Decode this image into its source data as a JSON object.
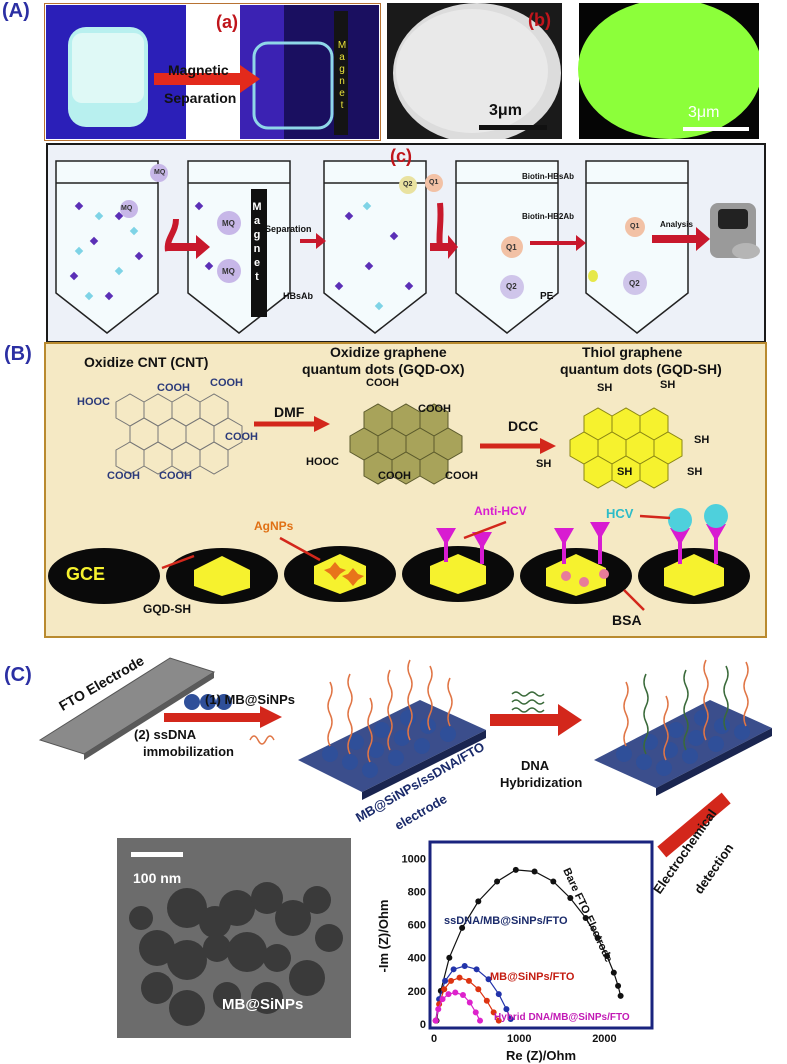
{
  "sections": {
    "A": "(A)",
    "B": "(B)",
    "C": "(C)"
  },
  "panel_a": {
    "label": "(a)",
    "arrow_text_1": "Magnetic",
    "arrow_text_2": "Separation",
    "magnet_letters": [
      "M",
      "a",
      "g",
      "n",
      "e",
      "t"
    ]
  },
  "panel_b": {
    "label": "(b)",
    "scale1": "3μm",
    "scale2": "3μm",
    "colors": {
      "sem_bg": "#1a1a1a",
      "fluor": "#8cff3a"
    }
  },
  "panel_c": {
    "label": "(c)",
    "mq": "MQ",
    "q1": "Q1",
    "q2": "Q2",
    "magnet_letters": [
      "M",
      "a",
      "g",
      "n",
      "e",
      "t"
    ],
    "separation": "Separation",
    "hbsab": "HBsAb",
    "biotin_hbsab": "Biotin-HBsAb",
    "biotin_hb2ab": "Biotin-HB2Ab",
    "pe": "PE",
    "analysis": "Analysis"
  },
  "section_b": {
    "cnt_title": "Oxidize CNT (CNT)",
    "gqd_ox_title_1": "Oxidize graphene",
    "gqd_ox_title_2": "quantum dots (GQD-OX)",
    "gqd_sh_title_1": "Thiol graphene",
    "gqd_sh_title_2": "quantum dots (GQD-SH)",
    "cooh": "COOH",
    "hooc": "HOOC",
    "sh": "SH",
    "dmf": "DMF",
    "dcc": "DCC",
    "gce": "GCE",
    "gqd_sh": "GQD-SH",
    "agnps": "AgNPs",
    "anti_hcv": "Anti-HCV",
    "hcv": "HCV",
    "bsa": "BSA"
  },
  "section_c": {
    "fto": "FTO Electrode",
    "step1": "(1) MB@SiNPs",
    "step2_1": "(2) ssDNA",
    "step2_2": "immobilization",
    "electrode_1": "MB@SiNPs/ssDNA/FTO",
    "electrode_2": "electrode",
    "dna_1": "DNA",
    "dna_2": "Hybridization",
    "electrochem_1": "Electrochemical",
    "electrochem_2": "detection",
    "tem_scale": "100 nm",
    "tem_label": "MB@SiNPs"
  },
  "chart_data": {
    "type": "scatter",
    "xlabel": "Re (Z)/Ohm",
    "ylabel": "-Im (Z)/Ohm",
    "xlim": [
      0,
      2300
    ],
    "ylim": [
      0,
      1050
    ],
    "xticks": [
      0,
      1000,
      2000
    ],
    "yticks": [
      0,
      200,
      400,
      600,
      800,
      1000
    ],
    "series": [
      {
        "name": "Bare FTO Electrode",
        "color": "#111111",
        "x": [
          30,
          80,
          180,
          330,
          520,
          740,
          960,
          1180,
          1400,
          1600,
          1780,
          1920,
          2030,
          2110,
          2160,
          2190
        ],
        "y": [
          20,
          200,
          400,
          580,
          740,
          860,
          930,
          920,
          860,
          760,
          640,
          520,
          410,
          310,
          230,
          170
        ]
      },
      {
        "name": "ssDNA/MB@SiNPs/FTO",
        "color": "#2233aa",
        "x": [
          20,
          60,
          130,
          230,
          360,
          500,
          640,
          760,
          850,
          900
        ],
        "y": [
          20,
          150,
          260,
          330,
          350,
          330,
          270,
          180,
          90,
          30
        ]
      },
      {
        "name": "MB@SiNPs/FTO",
        "color": "#dd3311",
        "x": [
          20,
          60,
          120,
          200,
          300,
          410,
          520,
          620,
          700,
          760
        ],
        "y": [
          20,
          120,
          210,
          260,
          280,
          260,
          210,
          140,
          70,
          20
        ]
      },
      {
        "name": "Hybrid DNA/MB@SiNPs/FTO",
        "color": "#dd22cc",
        "x": [
          20,
          50,
          100,
          170,
          250,
          340,
          420,
          490,
          540
        ],
        "y": [
          20,
          90,
          150,
          180,
          190,
          175,
          130,
          70,
          20
        ]
      }
    ]
  }
}
